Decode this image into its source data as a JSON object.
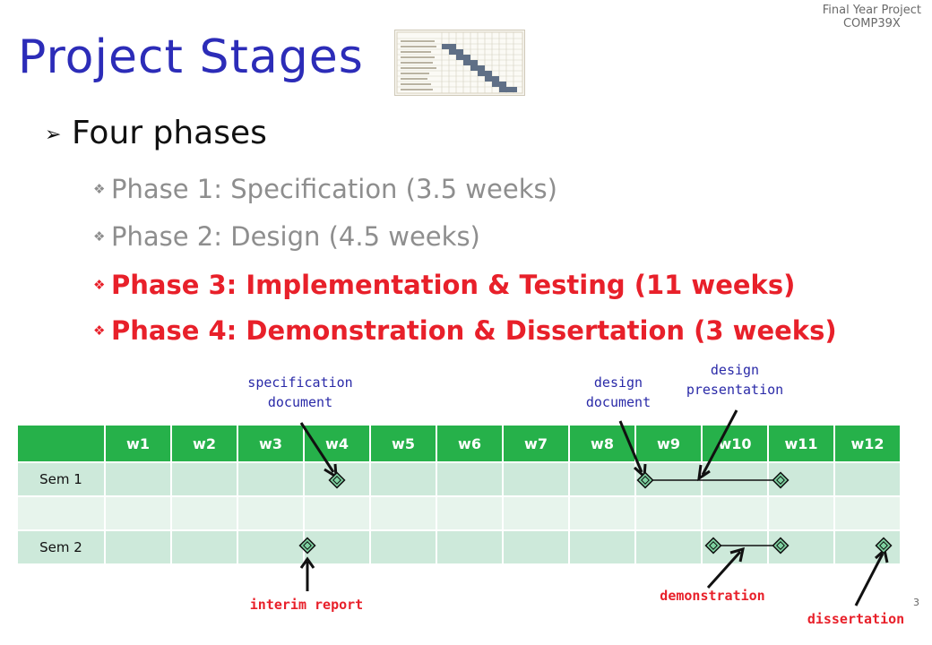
{
  "corner": {
    "line1": "Final Year Project",
    "line2": "COMP39X"
  },
  "title": "Project Stages",
  "heading": "Four phases",
  "phases": [
    {
      "text": "Phase 1: Specification (3.5 weeks)",
      "highlight": false
    },
    {
      "text": "Phase 2: Design (4.5 weeks)",
      "highlight": false
    },
    {
      "text": "Phase 3: Implementation & Testing (11 weeks)",
      "highlight": true
    },
    {
      "text": "Phase 4: Demonstration & Dissertation (3 weeks)",
      "highlight": true
    }
  ],
  "annotations": {
    "spec_line1": "specification",
    "spec_line2": "document",
    "design_doc_line1": "design",
    "design_doc_line2": "document",
    "design_pres_line1": "design",
    "design_pres_line2": "presentation",
    "interim": "interim report",
    "demonstration": "demonstration",
    "dissertation": "dissertation"
  },
  "timeline": {
    "weeks": [
      "w1",
      "w2",
      "w3",
      "w4",
      "w5",
      "w6",
      "w7",
      "w8",
      "w9",
      "w10",
      "w11",
      "w12"
    ],
    "rows": [
      "Sem 1",
      "",
      "Sem 2"
    ]
  },
  "page_number": "3",
  "colors": {
    "title": "#2c2cb8",
    "highlight": "#e8202a",
    "header": "#26b14a",
    "annotation": "#2a2aa8"
  }
}
